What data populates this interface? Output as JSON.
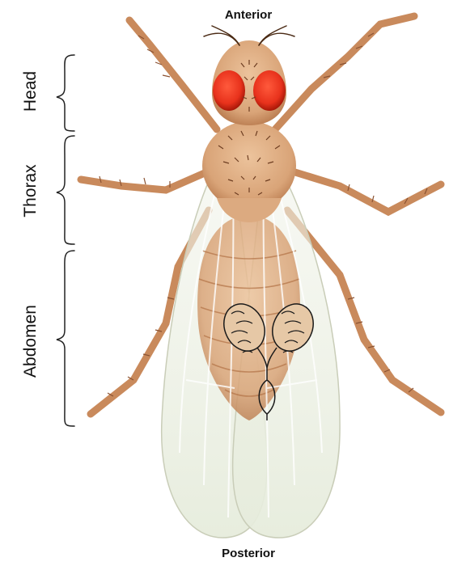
{
  "labels": {
    "anterior": "Anterior",
    "posterior": "Posterior",
    "head": "Head",
    "thorax": "Thorax",
    "abdomen": "Abdomen"
  },
  "colors": {
    "body": "#d9a478",
    "body_dark": "#b5764a",
    "legs": "#c98a5c",
    "eyes": "#e8321c",
    "wings": "#eef2e6",
    "ovary_outline": "#1a1a1a"
  }
}
